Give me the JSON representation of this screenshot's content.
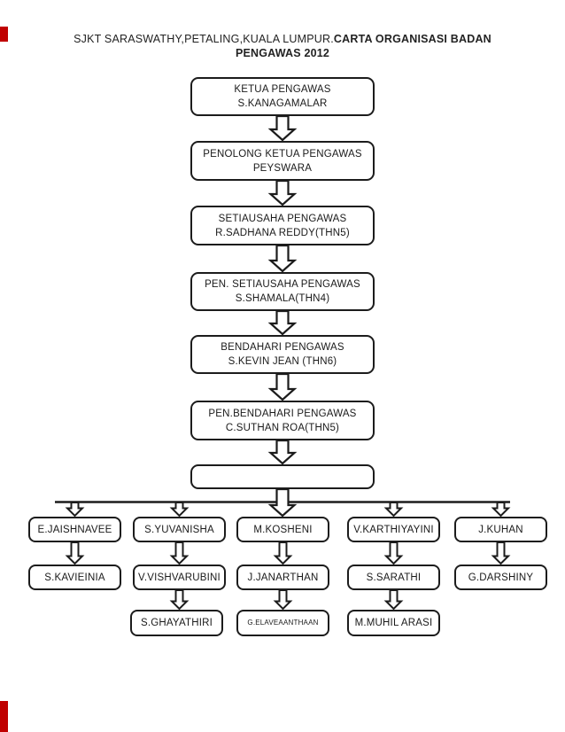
{
  "title": {
    "line1_regular": "SJKT SARASWATHY,PETALING,KUALA LUMPUR.",
    "line1_bold": "CARTA ORGANISASI BADAN",
    "line2_bold": "PENGAWAS 2012"
  },
  "chain": [
    {
      "role": "KETUA PENGAWAS",
      "name": "S.KANAGAMALAR"
    },
    {
      "role": "PENOLONG KETUA PENGAWAS",
      "name": "PEYSWARA"
    },
    {
      "role": "SETIAUSAHA PENGAWAS",
      "name": "R.SADHANA REDDY(THN5)"
    },
    {
      "role": "PEN. SETIAUSAHA PENGAWAS",
      "name": "S.SHAMALA(THN4)"
    },
    {
      "role": "BENDAHARI PENGAWAS",
      "name": "S.KEVIN JEAN (THN6)"
    },
    {
      "role": "PEN.BENDAHARI PENGAWAS",
      "name": "C.SUTHAN ROA(THN5)"
    }
  ],
  "distribution_box": {
    "label": ""
  },
  "columns": [
    {
      "members": [
        "E.JAISHNAVEE",
        "S.KAVIEINIA"
      ]
    },
    {
      "members": [
        "S.YUVANISHA",
        "V.VISHVARUBINI",
        "S.GHAYATHIRI"
      ]
    },
    {
      "members": [
        "M.KOSHENI",
        "J.JANARTHAN",
        "G.ELAVEAANTHAAN"
      ]
    },
    {
      "members": [
        "V.KARTHIYAYINI",
        "S.SARATHI",
        "M.MUHIL ARASI"
      ]
    },
    {
      "members": [
        "J.KUHAN",
        "G.DARSHINY"
      ]
    }
  ],
  "colors": {
    "box_border": "#1c1c1c",
    "corner_mark": "#c00000",
    "background": "#ffffff"
  }
}
